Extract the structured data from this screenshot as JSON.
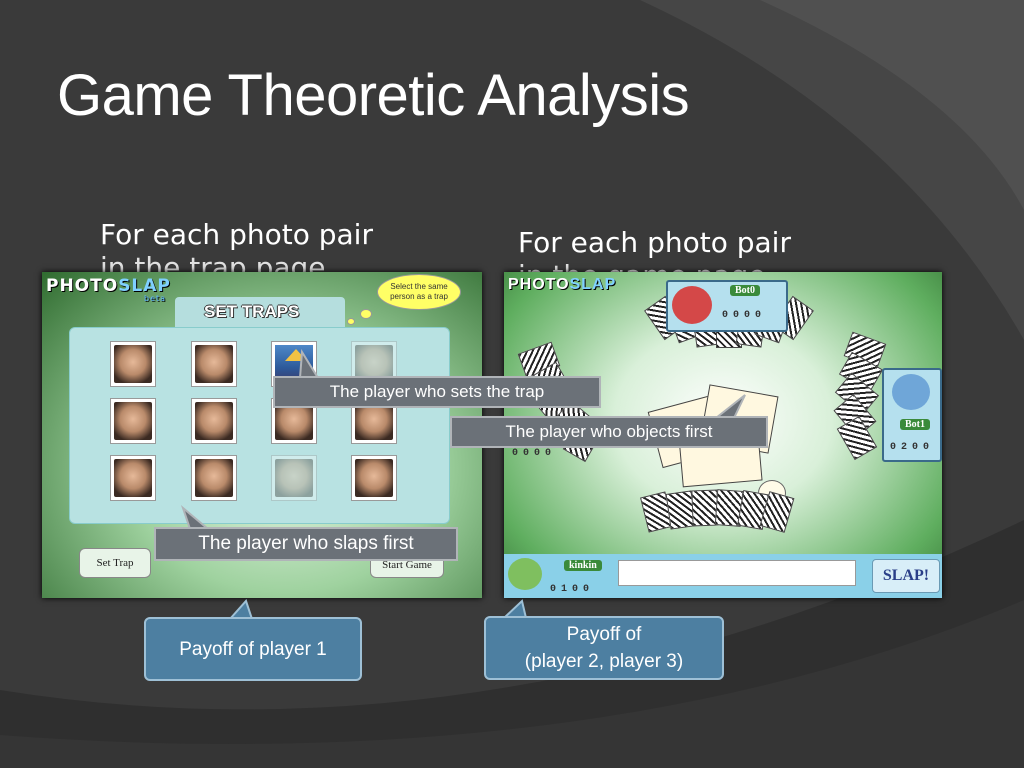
{
  "slide": {
    "title": "Game Theoretic Analysis",
    "bullet_left": {
      "line1": "For each photo pair",
      "line2": "in the trap page"
    },
    "bullet_right": {
      "line1": "For each photo pair",
      "line2": "in the game page"
    }
  },
  "trap_page": {
    "logo": "PHOTO",
    "logo_accent": "SLAP",
    "logo_badge": "beta",
    "hint": "Select the same person as a trap",
    "header": "SET TRAPS",
    "set_trap_button": "Set Trap",
    "start_game_button": "Start Game"
  },
  "game_page": {
    "logo": "PHOTO",
    "logo_accent": "SLAP",
    "players": {
      "bot0": {
        "name": "Bot0",
        "score": "0000"
      },
      "bot1": {
        "name": "Bot1",
        "score": "0200"
      },
      "self": {
        "name": "kinkin",
        "score": "0100"
      }
    },
    "left_score": "0000",
    "slap_button": "SLAP!"
  },
  "callouts": {
    "sets_trap": "The player who sets the trap",
    "objects_first": "The player who objects first",
    "slaps_first": "The player who slaps first"
  },
  "payoffs": {
    "player1": "Payoff of player 1",
    "players23_line1": "Payoff of",
    "players23_line2": "(player 2, player 3)"
  },
  "colors": {
    "background": "#3a3a3a",
    "callout": "#6b7178",
    "payoff": "#4d7fa1"
  }
}
